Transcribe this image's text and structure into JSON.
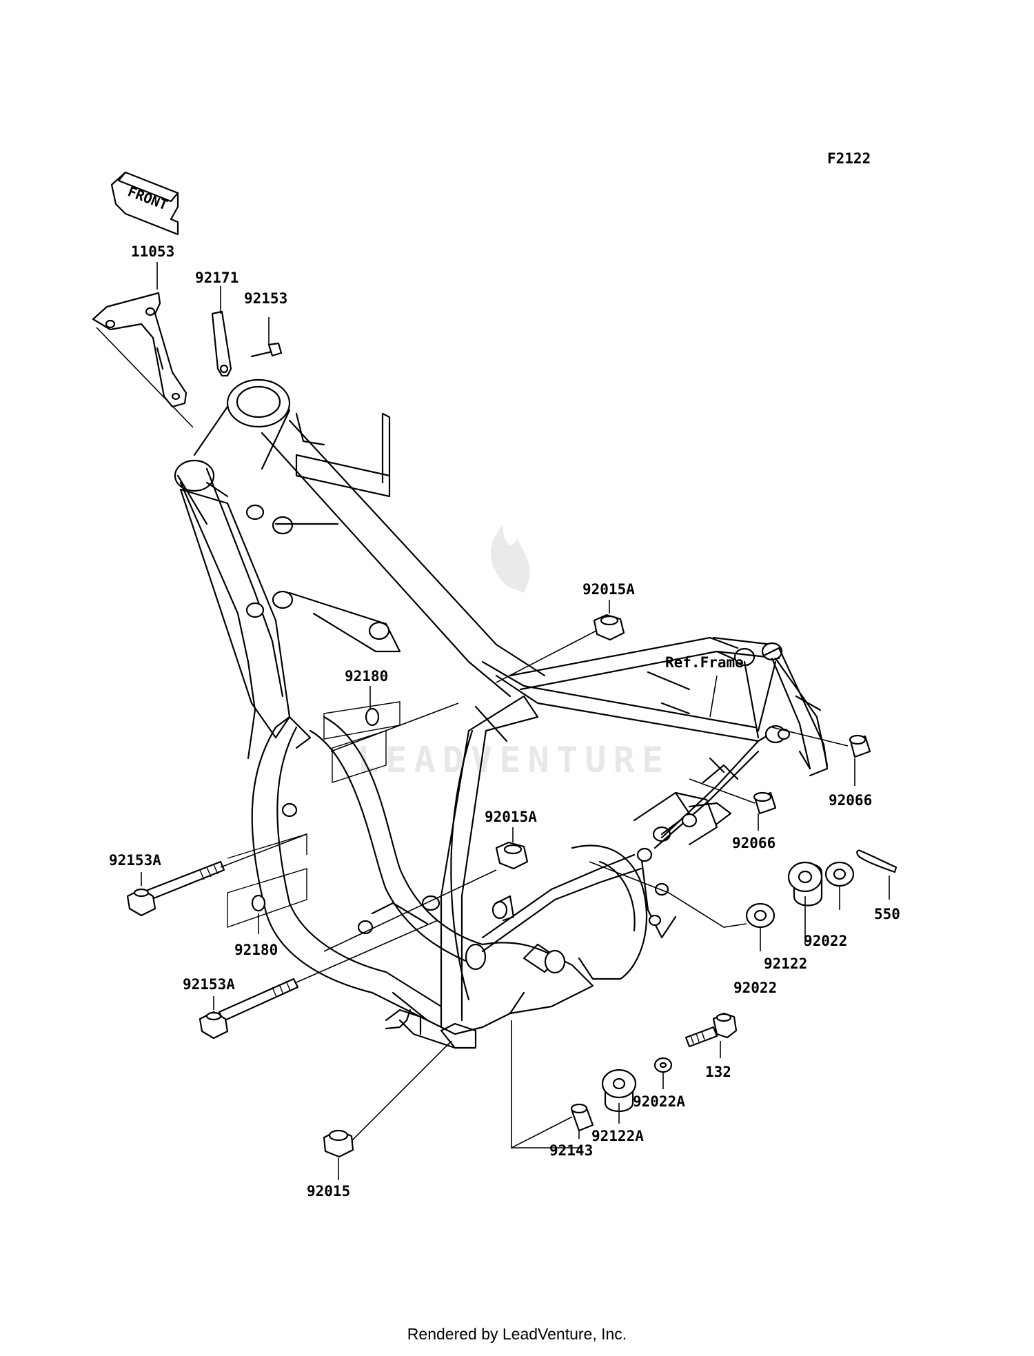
{
  "diagram_code": "F2122",
  "front_arrow": {
    "text": "FRONT",
    "icon": "front-direction-arrow-icon"
  },
  "labels": {
    "p11053": "11053",
    "p92171": "92171",
    "p92153": "92153",
    "p92015A_top": "92015A",
    "ref_frame": "Ref.Frame",
    "p92180_top": "92180",
    "p92066_a": "92066",
    "p92066_b": "92066",
    "p92015A_mid": "92015A",
    "p92153A_a": "92153A",
    "p550": "550",
    "p92180_low": "92180",
    "p92022_a": "92022",
    "p92122": "92122",
    "p92022_b": "92022",
    "p92153A_b": "92153A",
    "p132": "132",
    "p92022A": "92022A",
    "p92122A": "92122A",
    "p92143": "92143",
    "p92015": "92015"
  },
  "footer": "Rendered by LeadVenture, Inc.",
  "watermark": "LEADVENTURE"
}
